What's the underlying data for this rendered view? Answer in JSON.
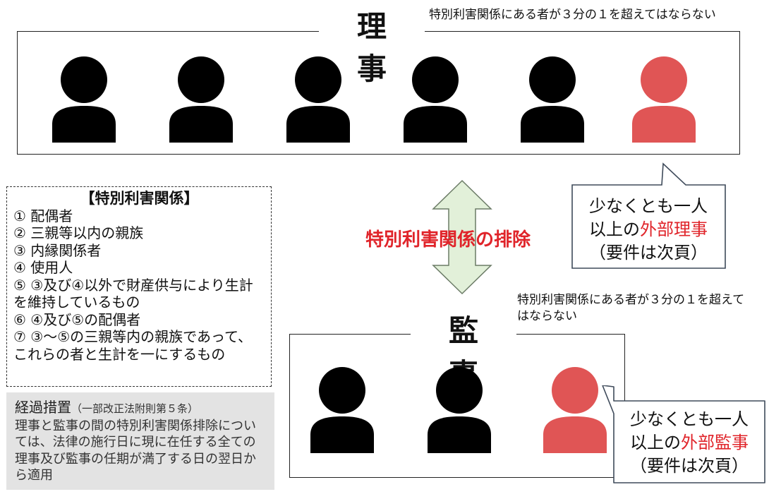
{
  "board": {
    "title": "理 事",
    "note": "特別利害関係にある者が３分の１を超えてはならない",
    "members": [
      {
        "color": "#000000"
      },
      {
        "color": "#000000"
      },
      {
        "color": "#000000"
      },
      {
        "color": "#000000"
      },
      {
        "color": "#000000"
      },
      {
        "color": "#e05555"
      }
    ]
  },
  "board_bubble": {
    "line1": "少なくとも一人",
    "line2_prefix": "以上の",
    "line2_highlight": "外部理事",
    "line3": "（要件は次頁）"
  },
  "exclusion_label": "特別利害関係の排除",
  "auditor": {
    "title": "監 事",
    "note": "特別利害関係にある者が３分の１を超えてはならない",
    "members": [
      {
        "color": "#000000"
      },
      {
        "color": "#000000"
      },
      {
        "color": "#e05555"
      }
    ]
  },
  "auditor_bubble": {
    "line1": "少なくとも一人",
    "line2_prefix": "以上の",
    "line2_highlight": "外部監事",
    "line3": "（要件は次頁）"
  },
  "definition": {
    "title": "【特別利害関係】",
    "items": [
      "① 配偶者",
      "② 三親等以内の親族",
      "③ 内縁関係者",
      "④ 使用人",
      "⑤ ③及び④以外で財産供与により生計を維持しているもの",
      "⑥ ④及び⑤の配偶者",
      "⑦ ③～⑤の三親等内の親族であって、これらの者と生計を一にするもの"
    ]
  },
  "transitional": {
    "title": "経過措置",
    "subtitle": "（一部改正法附則第５条）",
    "body": "理事と監事の間の特別利害関係排除については、法律の施行日に現に在任する全ての理事及び監事の任期が満了する日の翌日から適用"
  },
  "colors": {
    "accent_red": "#e0242a",
    "person_black": "#000000",
    "person_red": "#e05555",
    "arrow_fill": "#e2f0d9",
    "arrow_stroke": "#6b7b66"
  }
}
